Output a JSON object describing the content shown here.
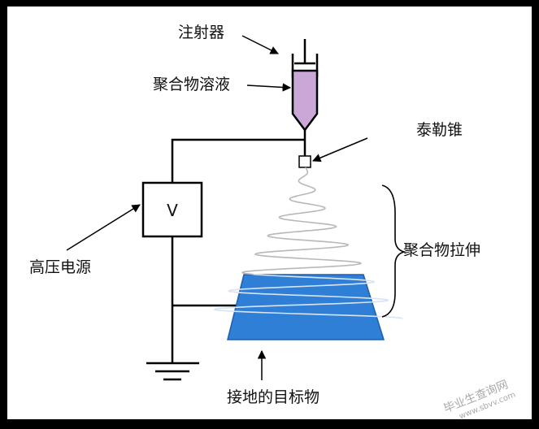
{
  "labels": {
    "syringe": "注射器",
    "polymer_solution": "聚合物溶液",
    "taylor_cone": "泰勒锥",
    "voltmeter_symbol": "V",
    "high_voltage_source": "高压电源",
    "polymer_stretching": "聚合物拉伸",
    "grounded_target": "接地的目标物"
  },
  "watermark": {
    "line1": "毕业生查询网",
    "line2": "www.sbvv.com"
  },
  "colors": {
    "background": "#ffffff",
    "frame": "#000000",
    "solution_fill": "#c9a8d8",
    "collector_fill": "#2f7fd6",
    "collector_edge": "#1d5fae",
    "fiber_on_white": "#b8b8b8",
    "fiber_on_blue": "#d8e4f4"
  }
}
